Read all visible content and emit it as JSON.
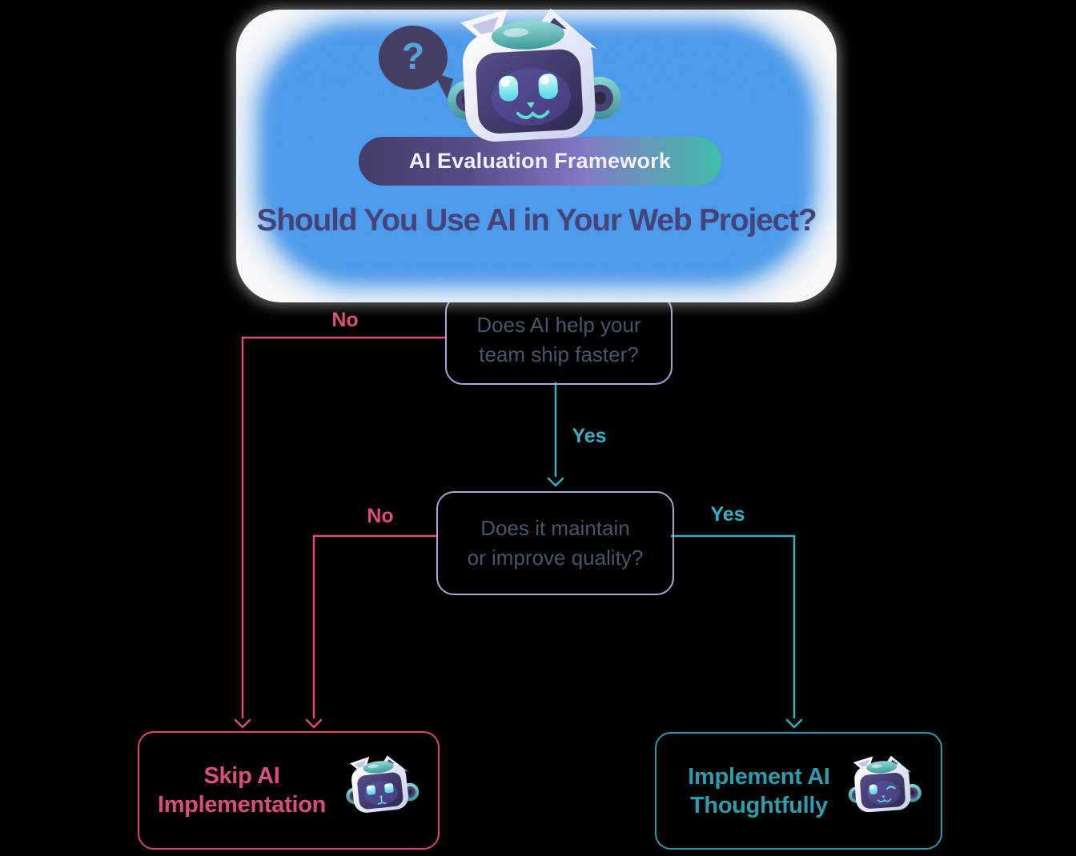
{
  "hero": {
    "badge_label": "AI Evaluation Framework",
    "title": "Should You Use AI in Your Web Project?",
    "question_mark": "?"
  },
  "decisions": {
    "d1": {
      "line1": "Does AI help your",
      "line2": "team ship faster?"
    },
    "d2": {
      "line1": "Does it maintain",
      "line2": "or improve quality?"
    }
  },
  "edges": {
    "no1": "No",
    "yes1": "Yes",
    "no2": "No",
    "yes2": "Yes"
  },
  "outcomes": {
    "skip": {
      "line1": "Skip AI",
      "line2": "Implementation"
    },
    "implement": {
      "line1": "Implement AI",
      "line2": "Thoughtfully"
    }
  },
  "icons": {
    "mascot": "robot-cat-mascot",
    "mascot_sad": "robot-cat-sad",
    "mascot_wink": "robot-cat-wink",
    "question_bubble": "question-mark-bubble"
  },
  "colors": {
    "background": "#000000",
    "hero_card": "#FFFFFF",
    "hero_blob": "#4197F0",
    "badge_gradient": [
      "#423D69",
      "#554C86",
      "#8279C6",
      "#41BDA9"
    ],
    "badge_text": "#F2EFFA",
    "title": "#45437A",
    "decision_border": "#A9A4D2",
    "decision_text": "#47566B",
    "no": "#DC4E74",
    "yes": "#3BAEC3",
    "skip_accent": "#D94F7B",
    "skip_border": "#D5496E",
    "implement_accent": "#2E9CAC",
    "implement_border": "#2B98AA",
    "bubble": "#454063",
    "question_mark": "#55A3D6"
  }
}
